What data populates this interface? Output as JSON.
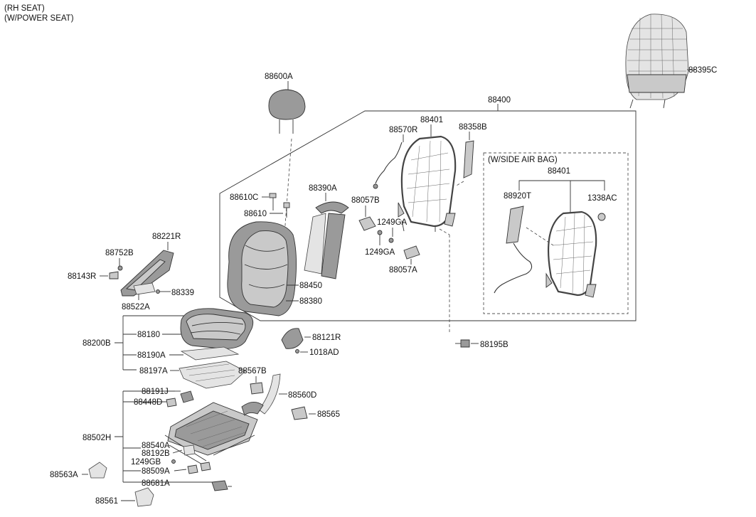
{
  "header": {
    "line1": "(RH SEAT)",
    "line2": "(W/POWER SEAT)"
  },
  "sub_box_title": "(W/SIDE AIR BAG)",
  "labels": {
    "p88395C": "88395C",
    "p88600A": "88600A",
    "p88400": "88400",
    "p88401": "88401",
    "p88570R": "88570R",
    "p88358B": "88358B",
    "p88401b": "88401",
    "p88920T": "88920T",
    "p1338AC": "1338AC",
    "p88390A": "88390A",
    "p88610C": "88610C",
    "p88610": "88610",
    "p88057B": "88057B",
    "p1249GA_a": "1249GA",
    "p1249GA_b": "1249GA",
    "p88057A": "88057A",
    "p88221R": "88221R",
    "p88752B": "88752B",
    "p88143R": "88143R",
    "p88339": "88339",
    "p88522A": "88522A",
    "p88450": "88450",
    "p88380": "88380",
    "p88200B": "88200B",
    "p88180": "88180",
    "p88190A": "88190A",
    "p88197A": "88197A",
    "p88121R": "88121R",
    "p1018AD": "1018AD",
    "p88195B": "88195B",
    "p88567B": "88567B",
    "p88560D": "88560D",
    "p88565": "88565",
    "p88191J": "88191J",
    "p88448D": "88448D",
    "p88502H": "88502H",
    "p88540A": "88540A",
    "p88192B": "88192B",
    "p1249GB": "1249GB",
    "p88509A": "88509A",
    "p88563A": "88563A",
    "p88681A": "88681A",
    "p88561": "88561"
  },
  "icons": [
    "headrest",
    "seat-back-cushion",
    "seat-back-frame",
    "cushion",
    "seat-track",
    "airbag-module",
    "bolt"
  ]
}
